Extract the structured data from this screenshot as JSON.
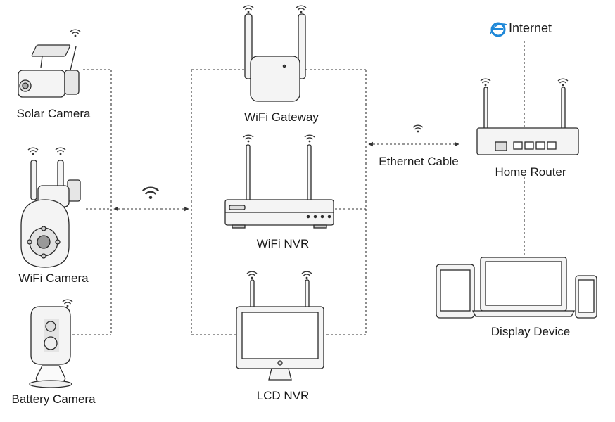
{
  "nodes": {
    "solar_camera": "Solar Camera",
    "wifi_camera": "WiFi Camera",
    "battery_camera": "Battery Camera",
    "wifi_gateway": "WiFi Gateway",
    "wifi_nvr": "WiFi NVR",
    "lcd_nvr": "LCD NVR",
    "home_router": "Home Router",
    "display_device": "Display Device",
    "internet": "Internet"
  },
  "links": {
    "ethernet_cable": "Ethernet Cable"
  },
  "icons": {
    "internet": "internet-explorer-icon",
    "wireless": "wifi-signal-icon"
  },
  "colors": {
    "line": "#333333",
    "ie_blue": "#1e88d8",
    "device_stroke": "#2a2a2a"
  }
}
